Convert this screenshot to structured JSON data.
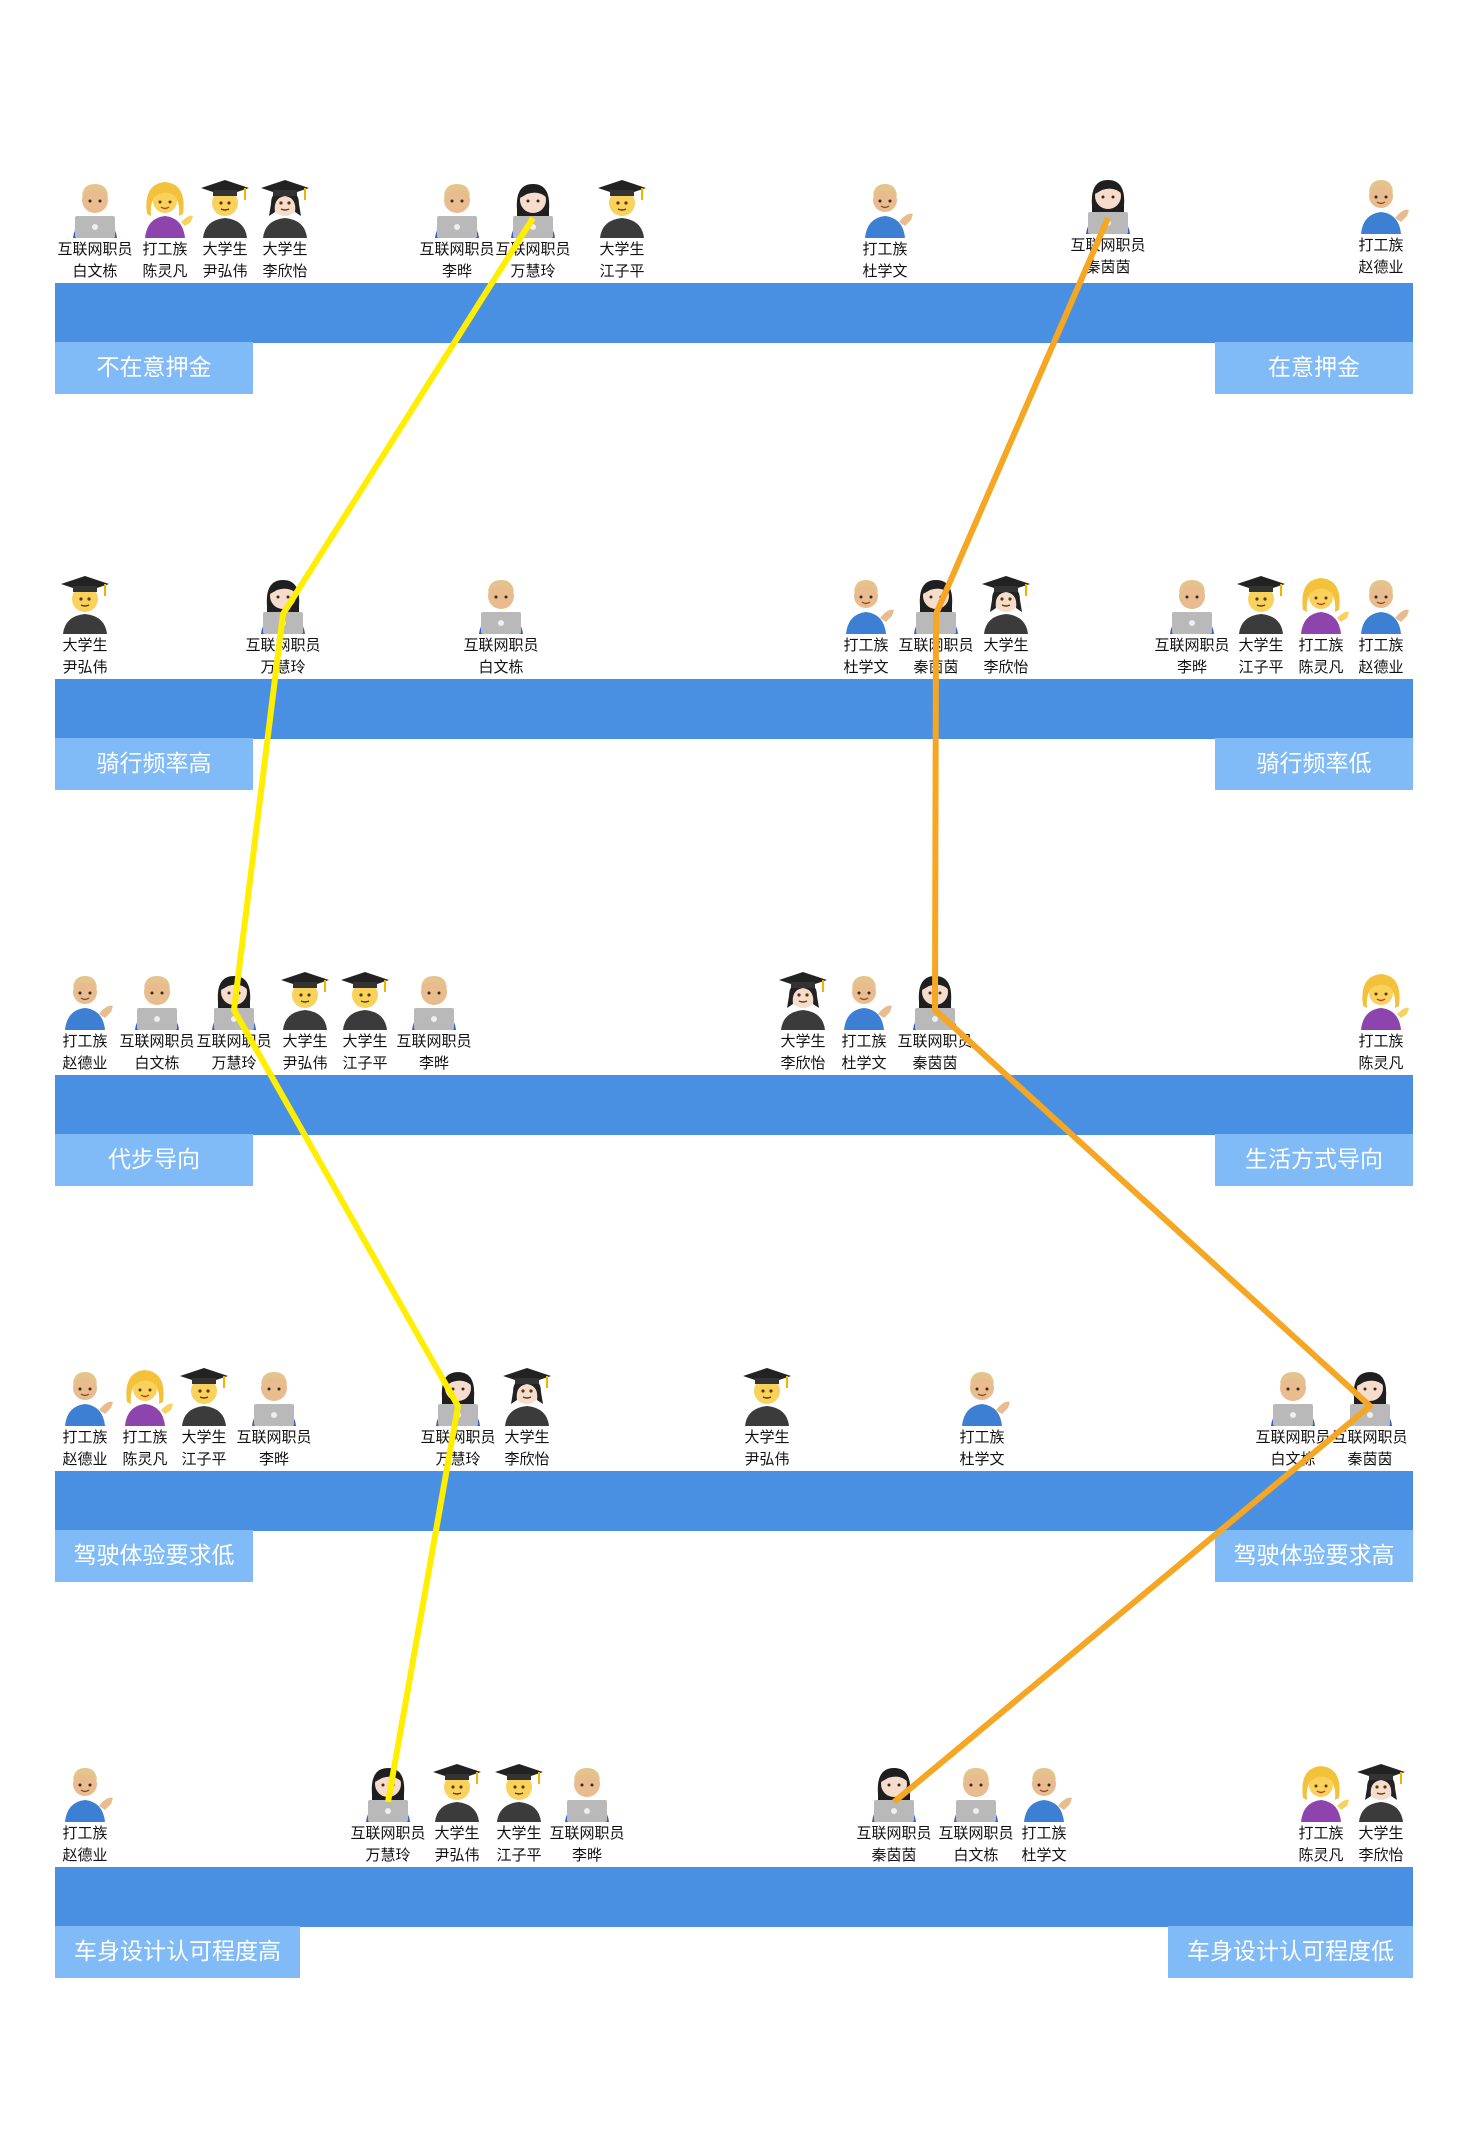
{
  "colors": {
    "bar": "#4a90e2",
    "label_bg": "#80baf7",
    "path_a": "#ffee00",
    "path_b": "#f5a623"
  },
  "rows": [
    {
      "left_label": "不在意押金",
      "right_label": "在意押金",
      "people": [
        {
          "type": "互联网职员",
          "name": "白文栋",
          "icon": "man-technologist-laptop-icon"
        },
        {
          "type": "打工族",
          "name": "陈灵凡",
          "icon": "woman-tipping-hand-icon"
        },
        {
          "type": "大学生",
          "name": "尹弘伟",
          "icon": "man-student-icon"
        },
        {
          "type": "大学生",
          "name": "李欣怡",
          "icon": "woman-student-icon"
        },
        {
          "type": "互联网职员",
          "name": "李晔",
          "icon": "man-technologist-laptop-icon"
        },
        {
          "type": "互联网职员",
          "name": "万慧玲",
          "icon": "woman-technologist-laptop-icon"
        },
        {
          "type": "大学生",
          "name": "江子平",
          "icon": "man-student-icon"
        },
        {
          "type": "打工族",
          "name": "杜学文",
          "icon": "man-tipping-hand-icon"
        },
        {
          "type": "互联网职员",
          "name": "秦茵茵",
          "icon": "woman-technologist-laptop-icon"
        },
        {
          "type": "打工族",
          "name": "赵德业",
          "icon": "man-tipping-hand-icon"
        }
      ]
    },
    {
      "left_label": "骑行频率高",
      "right_label": "骑行频率低",
      "people": [
        {
          "type": "大学生",
          "name": "尹弘伟",
          "icon": "man-student-icon"
        },
        {
          "type": "互联网职员",
          "name": "万慧玲",
          "icon": "woman-technologist-laptop-icon"
        },
        {
          "type": "互联网职员",
          "name": "白文栋",
          "icon": "man-technologist-laptop-icon"
        },
        {
          "type": "打工族",
          "name": "杜学文",
          "icon": "man-tipping-hand-icon"
        },
        {
          "type": "互联网职员",
          "name": "秦茵茵",
          "icon": "woman-technologist-laptop-icon"
        },
        {
          "type": "大学生",
          "name": "李欣怡",
          "icon": "woman-student-icon"
        },
        {
          "type": "互联网职员",
          "name": "李晔",
          "icon": "man-technologist-laptop-icon"
        },
        {
          "type": "大学生",
          "name": "江子平",
          "icon": "man-student-icon"
        },
        {
          "type": "打工族",
          "name": "陈灵凡",
          "icon": "woman-tipping-hand-icon"
        },
        {
          "type": "打工族",
          "name": "赵德业",
          "icon": "man-tipping-hand-icon"
        }
      ]
    },
    {
      "left_label": "代步导向",
      "right_label": "生活方式导向",
      "people": [
        {
          "type": "打工族",
          "name": "赵德业",
          "icon": "man-tipping-hand-icon"
        },
        {
          "type": "互联网职员",
          "name": "白文栋",
          "icon": "man-technologist-laptop-icon"
        },
        {
          "type": "互联网职员",
          "name": "万慧玲",
          "icon": "woman-technologist-laptop-icon"
        },
        {
          "type": "大学生",
          "name": "尹弘伟",
          "icon": "man-student-icon"
        },
        {
          "type": "大学生",
          "name": "江子平",
          "icon": "man-student-icon"
        },
        {
          "type": "互联网职员",
          "name": "李晔",
          "icon": "man-technologist-laptop-icon"
        },
        {
          "type": "大学生",
          "name": "李欣怡",
          "icon": "woman-student-icon"
        },
        {
          "type": "打工族",
          "name": "杜学文",
          "icon": "man-tipping-hand-icon"
        },
        {
          "type": "互联网职员",
          "name": "秦茵茵",
          "icon": "woman-technologist-laptop-icon"
        },
        {
          "type": "打工族",
          "name": "陈灵凡",
          "icon": "woman-tipping-hand-icon"
        }
      ]
    },
    {
      "left_label": "驾驶体验要求低",
      "right_label": "驾驶体验要求高",
      "people": [
        {
          "type": "打工族",
          "name": "赵德业",
          "icon": "man-tipping-hand-icon"
        },
        {
          "type": "打工族",
          "name": "陈灵凡",
          "icon": "woman-tipping-hand-icon"
        },
        {
          "type": "大学生",
          "name": "江子平",
          "icon": "man-student-icon"
        },
        {
          "type": "互联网职员",
          "name": "李晔",
          "icon": "man-technologist-laptop-icon"
        },
        {
          "type": "互联网职员",
          "name": "万慧玲",
          "icon": "woman-technologist-laptop-icon"
        },
        {
          "type": "大学生",
          "name": "李欣怡",
          "icon": "woman-student-icon"
        },
        {
          "type": "大学生",
          "name": "尹弘伟",
          "icon": "man-student-icon"
        },
        {
          "type": "打工族",
          "name": "杜学文",
          "icon": "man-tipping-hand-icon"
        },
        {
          "type": "互联网职员",
          "name": "白文栋",
          "icon": "man-technologist-laptop-icon"
        },
        {
          "type": "互联网职员",
          "name": "秦茵茵",
          "icon": "woman-technologist-laptop-icon"
        }
      ]
    },
    {
      "left_label": "车身设计认可程度高",
      "right_label": "车身设计认可程度低",
      "people": [
        {
          "type": "打工族",
          "name": "赵德业",
          "icon": "man-tipping-hand-icon"
        },
        {
          "type": "互联网职员",
          "name": "万慧玲",
          "icon": "woman-technologist-laptop-icon"
        },
        {
          "type": "大学生",
          "name": "尹弘伟",
          "icon": "man-student-icon"
        },
        {
          "type": "大学生",
          "name": "江子平",
          "icon": "man-student-icon"
        },
        {
          "type": "互联网职员",
          "name": "李晔",
          "icon": "man-technologist-laptop-icon"
        },
        {
          "type": "互联网职员",
          "name": "秦茵茵",
          "icon": "woman-technologist-laptop-icon"
        },
        {
          "type": "互联网职员",
          "name": "白文栋",
          "icon": "man-technologist-laptop-icon"
        },
        {
          "type": "打工族",
          "name": "杜学文",
          "icon": "man-tipping-hand-icon"
        },
        {
          "type": "打工族",
          "name": "陈灵凡",
          "icon": "woman-tipping-hand-icon"
        },
        {
          "type": "大学生",
          "name": "李欣怡",
          "icon": "woman-student-icon"
        }
      ]
    }
  ],
  "paths": [
    {
      "name": "万慧玲",
      "color": "#ffee00"
    },
    {
      "name": "秦茵茵",
      "color": "#f5a623"
    }
  ]
}
